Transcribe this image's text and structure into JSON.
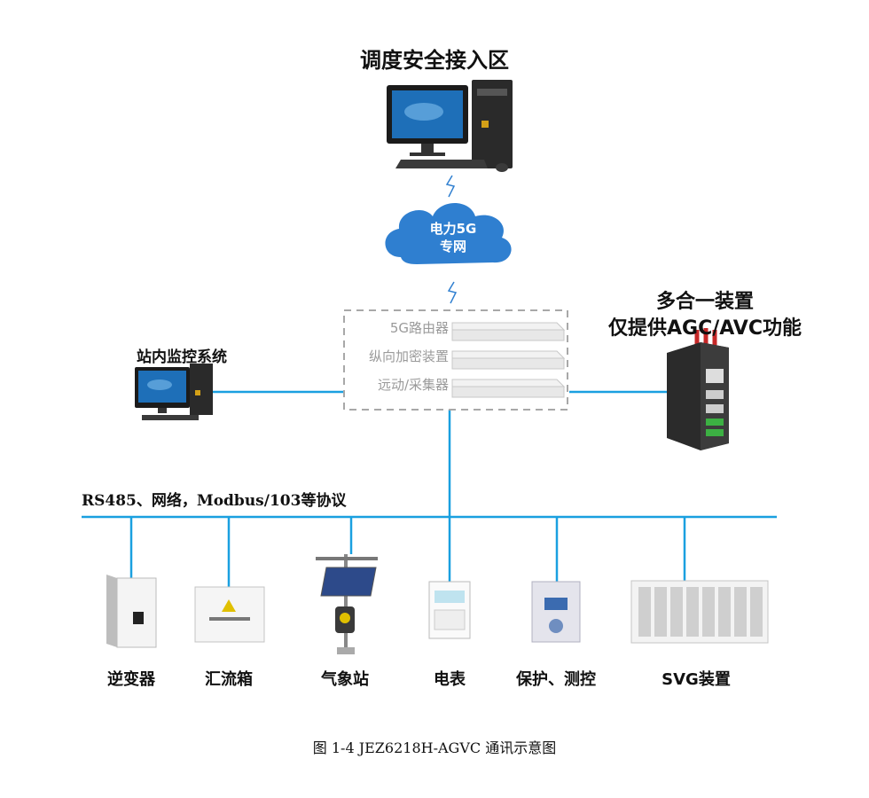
{
  "dispatch_title": "调度安全接入区",
  "cloud": {
    "line1": "电力5G",
    "line2": "专网"
  },
  "rack": {
    "router": "5G路由器",
    "encrypt": "纵向加密装置",
    "rtu": "远动/采集器"
  },
  "all_in_one": {
    "line1": "多合一装置",
    "line2": "仅提供AGC/AVC功能"
  },
  "station_monitor": "站内监控系统",
  "bus_label": "RS485、网络，Modbus/103等协议",
  "devices": {
    "inverter": "逆变器",
    "combiner": "汇流箱",
    "weather": "气象站",
    "meter": "电表",
    "protection": "保护、测控",
    "svg": "SVG装置"
  },
  "caption": "图 1-4 JEZ6218H-AGVC 通讯示意图",
  "colors": {
    "link": "#1aa0e0",
    "cloud": "#2f7fd0",
    "dashed_box": "#a8a8a8"
  }
}
